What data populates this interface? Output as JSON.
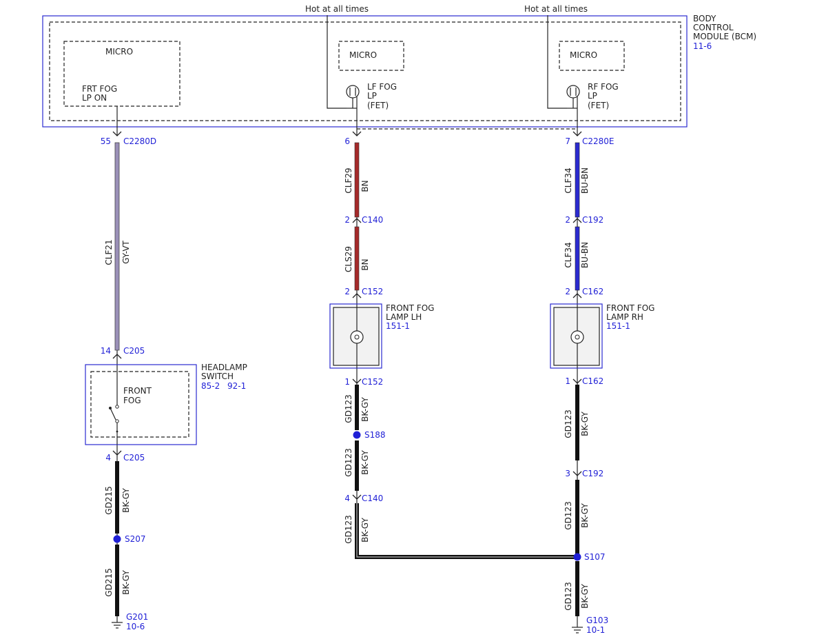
{
  "bcm": {
    "title_1": "BODY",
    "title_2": "CONTROL",
    "title_3": "MODULE (BCM)",
    "ref": "11-6",
    "hot_left": "Hot at all times",
    "hot_right": "Hot at all times",
    "micro_1": "MICRO",
    "micro_2": "MICRO",
    "micro_3": "MICRO",
    "frt_fog_1": "FRT FOG",
    "frt_fog_2": "LP ON",
    "lf_fog_1": "LF FOG",
    "lf_fog_2": "LP",
    "lf_fog_3": "(FET)",
    "rf_fog_1": "RF FOG",
    "rf_fog_2": "LP",
    "rf_fog_3": "(FET)"
  },
  "connectors": {
    "c2280d_pin": "55",
    "c2280d": "C2280D",
    "c2280e_lf_pin": "6",
    "c2280e_pin": "7",
    "c2280e": "C2280E",
    "c140_top_pin": "2",
    "c140_top": "C140",
    "c192_top_pin": "2",
    "c192_top": "C192",
    "c152_top_pin": "2",
    "c152_top": "C152",
    "c162_top_pin": "2",
    "c162_top": "C162",
    "c205_top_pin": "14",
    "c205_top": "C205",
    "c205_bot_pin": "4",
    "c205_bot": "C205",
    "c152_bot_pin": "1",
    "c152_bot": "C152",
    "c162_bot_pin": "1",
    "c162_bot": "C162",
    "c140_bot_pin": "4",
    "c140_bot": "C140",
    "c192_bot_pin": "3",
    "c192_bot": "C192"
  },
  "wires": {
    "clf21": "CLF21",
    "clf21_color": "GY-VT",
    "clf29": "CLF29",
    "clf29_color": "BN",
    "cls29": "CLS29",
    "cls29_color": "BN",
    "clf34_a": "CLF34",
    "clf34_a_color": "BU-BN",
    "clf34_b": "CLF34",
    "clf34_b_color": "BU-BN",
    "gd215_a": "GD215",
    "gd215_a_color": "BK-GY",
    "gd215_b": "GD215",
    "gd215_b_color": "BK-GY",
    "gd123_a": "GD123",
    "gd123_a_color": "BK-GY",
    "gd123_b": "GD123",
    "gd123_b_color": "BK-GY",
    "gd123_c": "GD123",
    "gd123_c_color": "BK-GY",
    "gd123_d": "GD123",
    "gd123_d_color": "BK-GY",
    "gd123_e": "GD123",
    "gd123_e_color": "BK-GY",
    "gd123_f": "GD123",
    "gd123_f_color": "BK-GY"
  },
  "splices": {
    "s207": "S207",
    "s188": "S188",
    "s107": "S107"
  },
  "grounds": {
    "g201": "G201",
    "g201_ref": "10-6",
    "g103": "G103",
    "g103_ref": "10-1"
  },
  "headlamp_switch": {
    "title_1": "HEADLAMP",
    "title_2": "SWITCH",
    "ref_1": "85-2",
    "ref_2": "92-1",
    "inner_1": "FRONT",
    "inner_2": "FOG"
  },
  "fog_lamp_lh": {
    "title_1": "FRONT FOG",
    "title_2": "LAMP LH",
    "ref": "151-1"
  },
  "fog_lamp_rh": {
    "title_1": "FRONT FOG",
    "title_2": "LAMP RH",
    "ref": "151-1"
  },
  "colors": {
    "wire_gy_vt": "#9a90b8",
    "wire_bn": "#a52a2a",
    "wire_bu_bn": "#2b2bd0",
    "wire_bk_gy": "#111111",
    "ref_blue": "#1f1fd6",
    "box_fill": "#f2f2f2"
  }
}
